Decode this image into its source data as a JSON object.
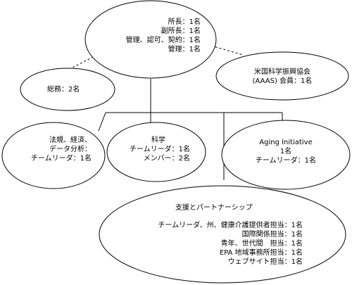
{
  "director_office": {
    "lines": [
      "所長：1名",
      "副所長：1名",
      "管理、認可、契約：1名",
      "管理：1名"
    ]
  },
  "general_affairs": {
    "lines": [
      "総務：2名"
    ]
  },
  "aaas": {
    "lines": [
      "米国科学振興協会",
      "(AAAS) 会員：1名"
    ]
  },
  "law_economics": {
    "lines": [
      "法規、経済、",
      "データ分析：",
      "チームリーダ：1名"
    ]
  },
  "science": {
    "lines": [
      "科学",
      "チームリーダ：1名",
      "メンバー：2名"
    ]
  },
  "aging": {
    "lines": [
      "Aging Initiative",
      "1名",
      "チームリーダ：1名"
    ]
  },
  "support": {
    "title": "支援とパートナーシップ",
    "lines": [
      "チームリーダ、州、健康介護提供者担当：1名",
      "国際関係担当：1名",
      "青年、世代間　担当：1名",
      "EPA 地域事務所担当：1名",
      "ウェブサイト担当：1名"
    ]
  }
}
